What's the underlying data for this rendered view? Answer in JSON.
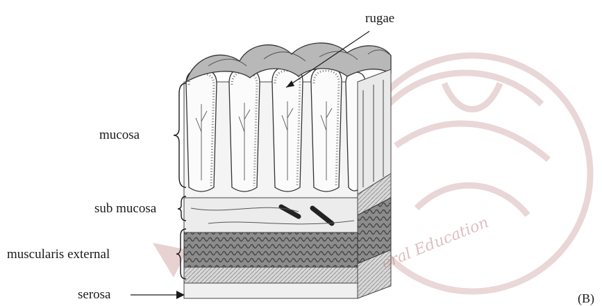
{
  "labels": {
    "rugae": "rugae",
    "mucosa": "mucosa",
    "sub_mucosa": "sub mucosa",
    "muscularis": "muscularis external",
    "serosa": "serosa"
  },
  "watermark": {
    "partial_text": "eral Education",
    "corner_text": "(B)"
  },
  "colors": {
    "ink": "#1a1a1a",
    "watermark": "#c28c8c",
    "tissue_light": "#dcdcdc",
    "tissue_mid": "#9a9a9a",
    "tissue_dark": "#3a3a3a"
  }
}
